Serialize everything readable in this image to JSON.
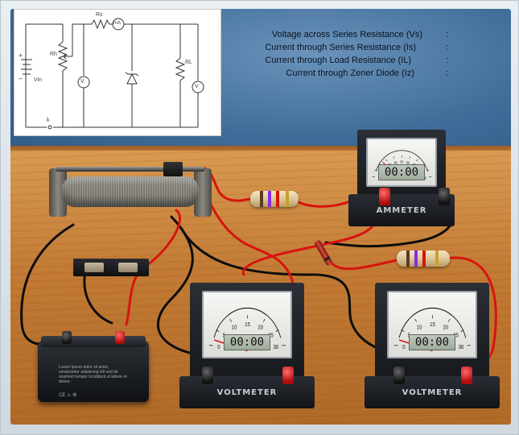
{
  "diagram": {
    "labels": {
      "rs": "Rs",
      "rh": "Rh",
      "rl": "RL",
      "vin": "Vin",
      "k": "k",
      "v1": "V",
      "v2": "V",
      "ma": "mA",
      "plus": "+",
      "minus": "–"
    }
  },
  "readouts": [
    {
      "label": "Voltage across Series Resistance (Vs)",
      "colon": ":"
    },
    {
      "label": "Current through Series Resistance (Is)",
      "colon": ":"
    },
    {
      "label": "Current through Load Resistance (IL)",
      "colon": ":"
    },
    {
      "label": "Current through Zener Diode (Iz)",
      "colon": ":"
    }
  ],
  "meters": {
    "ammeter": {
      "name": "AMMETER",
      "display": "00:00",
      "ticks": [
        "0",
        "10",
        "20",
        "30",
        "40",
        "50",
        "60",
        "70",
        "80",
        "90",
        "100"
      ]
    },
    "voltmeter1": {
      "name": "VOLTMETER",
      "display": "00:00",
      "ticks": [
        "0",
        "5",
        "10",
        "15",
        "20",
        "25",
        "30"
      ]
    },
    "voltmeter2": {
      "name": "VOLTMETER",
      "display": "00:00",
      "ticks": [
        "0",
        "5",
        "10",
        "15",
        "20",
        "25",
        "30"
      ]
    }
  },
  "battery": {
    "label": "Lorem Ipsum dolor sit amet, consectetur adipiscing elit sed do eiusmod tempor incididunt ut labore et dolore",
    "cert": "CE ⚠ ♻"
  },
  "colors": {
    "wire_red": "#d8140e",
    "wire_black": "#0d0d0d"
  }
}
